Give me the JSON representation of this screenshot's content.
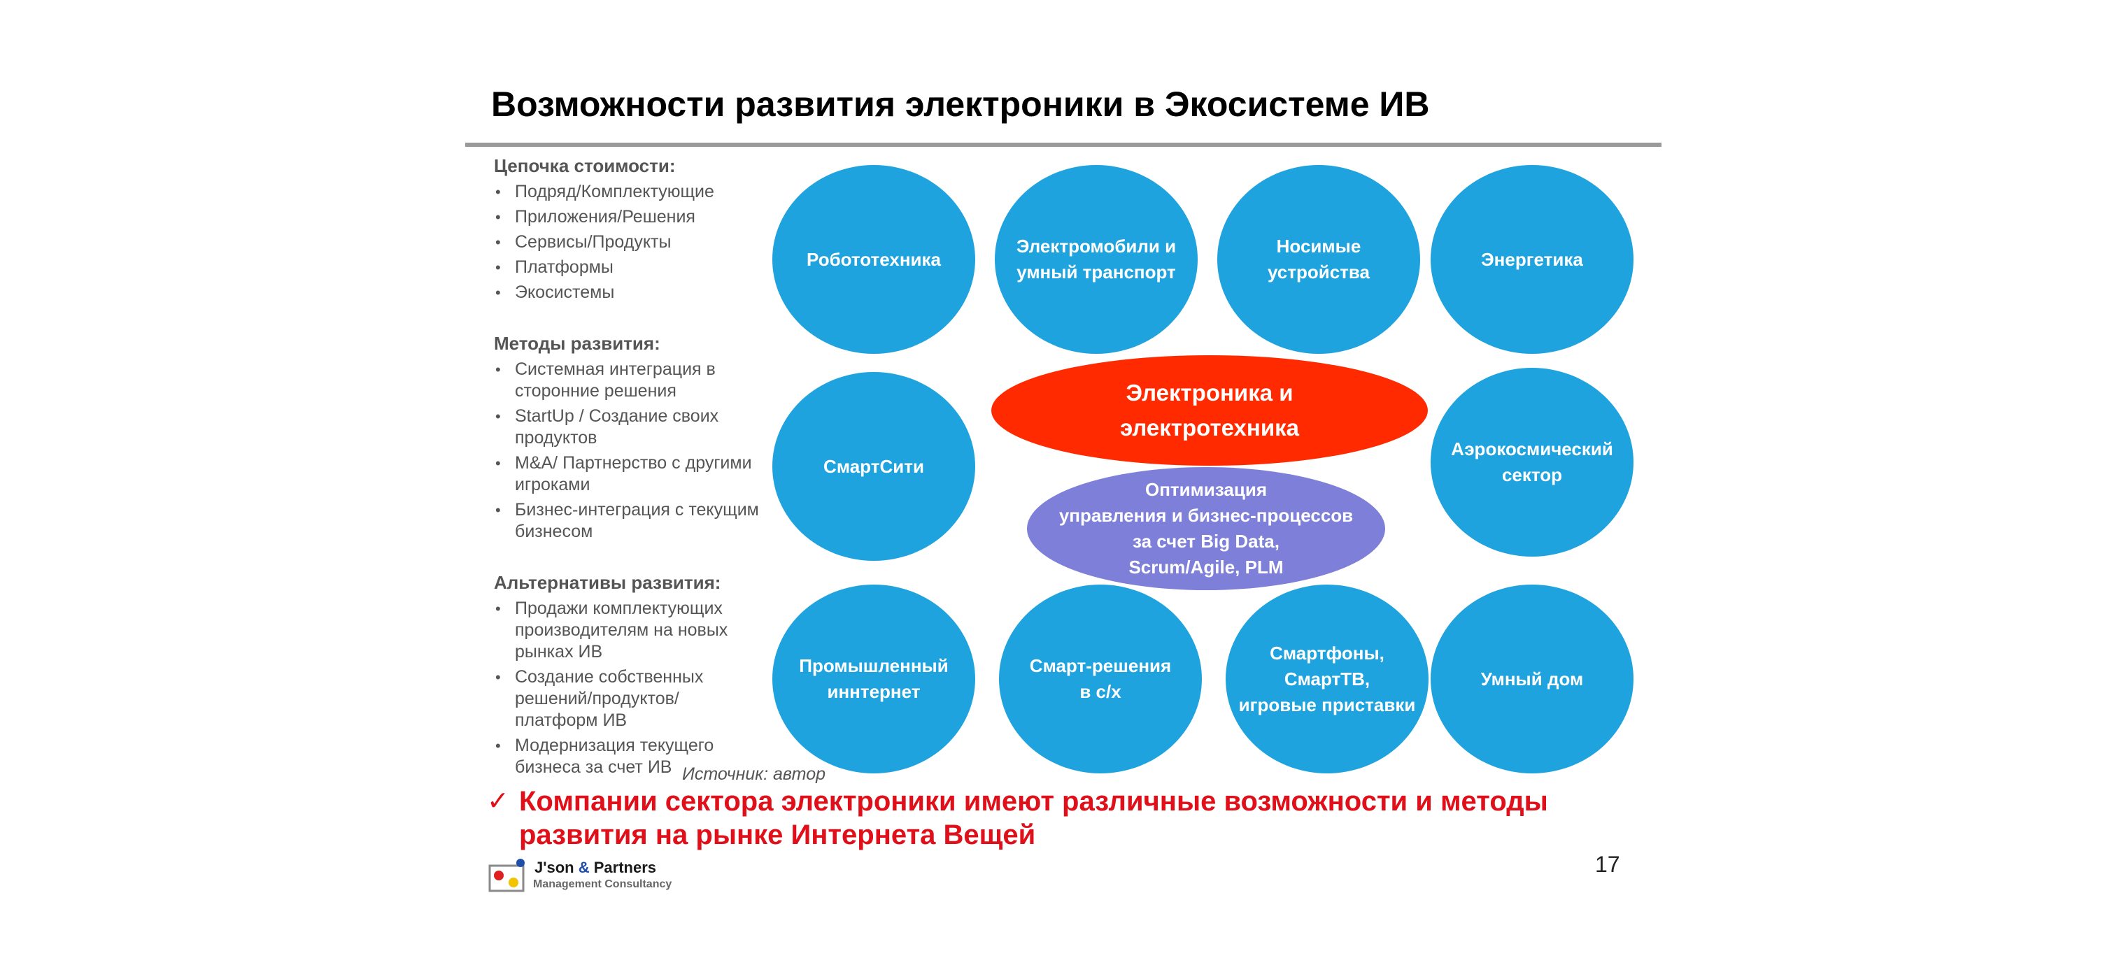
{
  "title": "Возможности развития электроники в Экосистеме ИВ",
  "sidebar": {
    "value_chain": {
      "heading": "Цепочка стоимости:",
      "items": [
        "Подряд/Комплектующие",
        "Приложения/Решения",
        "Сервисы/Продукты",
        "Платформы",
        "Экосистемы"
      ]
    },
    "methods": {
      "heading": "Методы развития:",
      "items": [
        "Системная интеграция в сторонние решения",
        "StartUp / Создание своих продуктов",
        "M&A/ Партнерство с другими игроками",
        "Бизнес-интеграция с текущим бизнесом"
      ]
    },
    "alternatives": {
      "heading": "Альтернативы развития:",
      "items": [
        "Продажи комплектующих производителям на новых рынках ИВ",
        "Создание собственных решений/продуктов/ платформ ИВ",
        "Модернизация текущего бизнеса за счет ИВ"
      ]
    }
  },
  "diagram": {
    "center": "Электроника и\nэлектротехника",
    "center_sub": "Оптимизация\nуправления и бизнес-процессов\nза счет  Big Data,\nScrum/Agile, PLM",
    "circles": [
      "Робототехника",
      "Электромобили и\nумный транспорт",
      "Носимые\nустройства",
      "Энергетика",
      "СмартСити",
      "Аэрокосмический\nсектор",
      "Промышленный\nиннтернет",
      "Смарт-решения\nв с/х",
      "Смартфоны,\nСмартТВ,\nигровые приставки",
      "Умный дом"
    ],
    "colors": {
      "circle": "#1fa3de",
      "center": "#ff2a00",
      "center_sub": "#7d7fd8"
    }
  },
  "source": "Источник: автор",
  "conclusion": {
    "check": "✓",
    "text": "Компании сектора электроники имеют различные возможности и методы\nразвития на рынке Интернета Вещей"
  },
  "logo": {
    "name_1": "J'son",
    "amp": " & ",
    "name_2": "Partners",
    "sub": "Management Consultancy"
  },
  "page_number": "17"
}
